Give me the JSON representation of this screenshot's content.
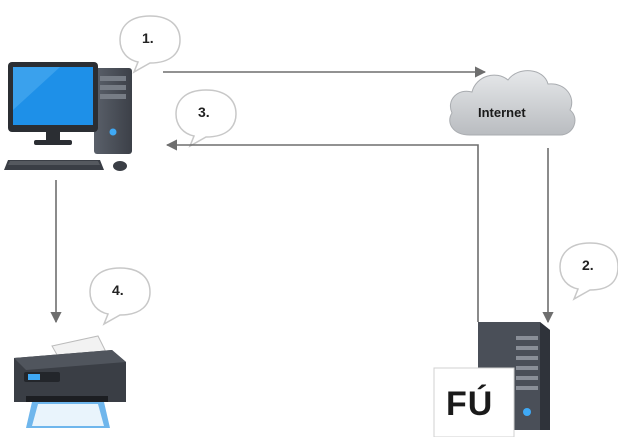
{
  "diagram": {
    "steps": {
      "s1": "1.",
      "s2": "2.",
      "s3": "3.",
      "s4": "4."
    },
    "cloud_label": "Internet",
    "server_label": "FÚ",
    "icons": {
      "computer": "desktop-computer-icon",
      "cloud": "cloud-icon",
      "server": "server-tower-icon",
      "printer": "printer-icon"
    },
    "colors": {
      "arrow": "#6e6e6e",
      "monitor_screen": "#1e90e8",
      "cloud": "#d4d6d9",
      "tower": "#4a4f58"
    }
  }
}
